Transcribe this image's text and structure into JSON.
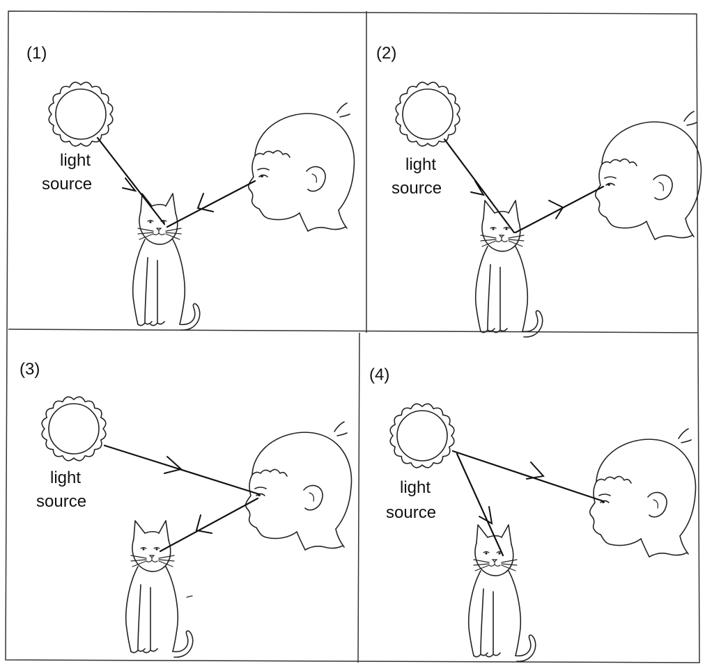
{
  "panels": [
    {
      "number": "(1)",
      "source_label_line1": "light",
      "source_label_line2": "source"
    },
    {
      "number": "(2)",
      "source_label_line1": "light",
      "source_label_line2": "source"
    },
    {
      "number": "(3)",
      "source_label_line1": "light",
      "source_label_line2": "source"
    },
    {
      "number": "(4)",
      "source_label_line1": "light",
      "source_label_line2": "source"
    }
  ],
  "icons": [
    "sun-icon",
    "cat-icon",
    "boy-head-icon",
    "arrow-icon"
  ]
}
